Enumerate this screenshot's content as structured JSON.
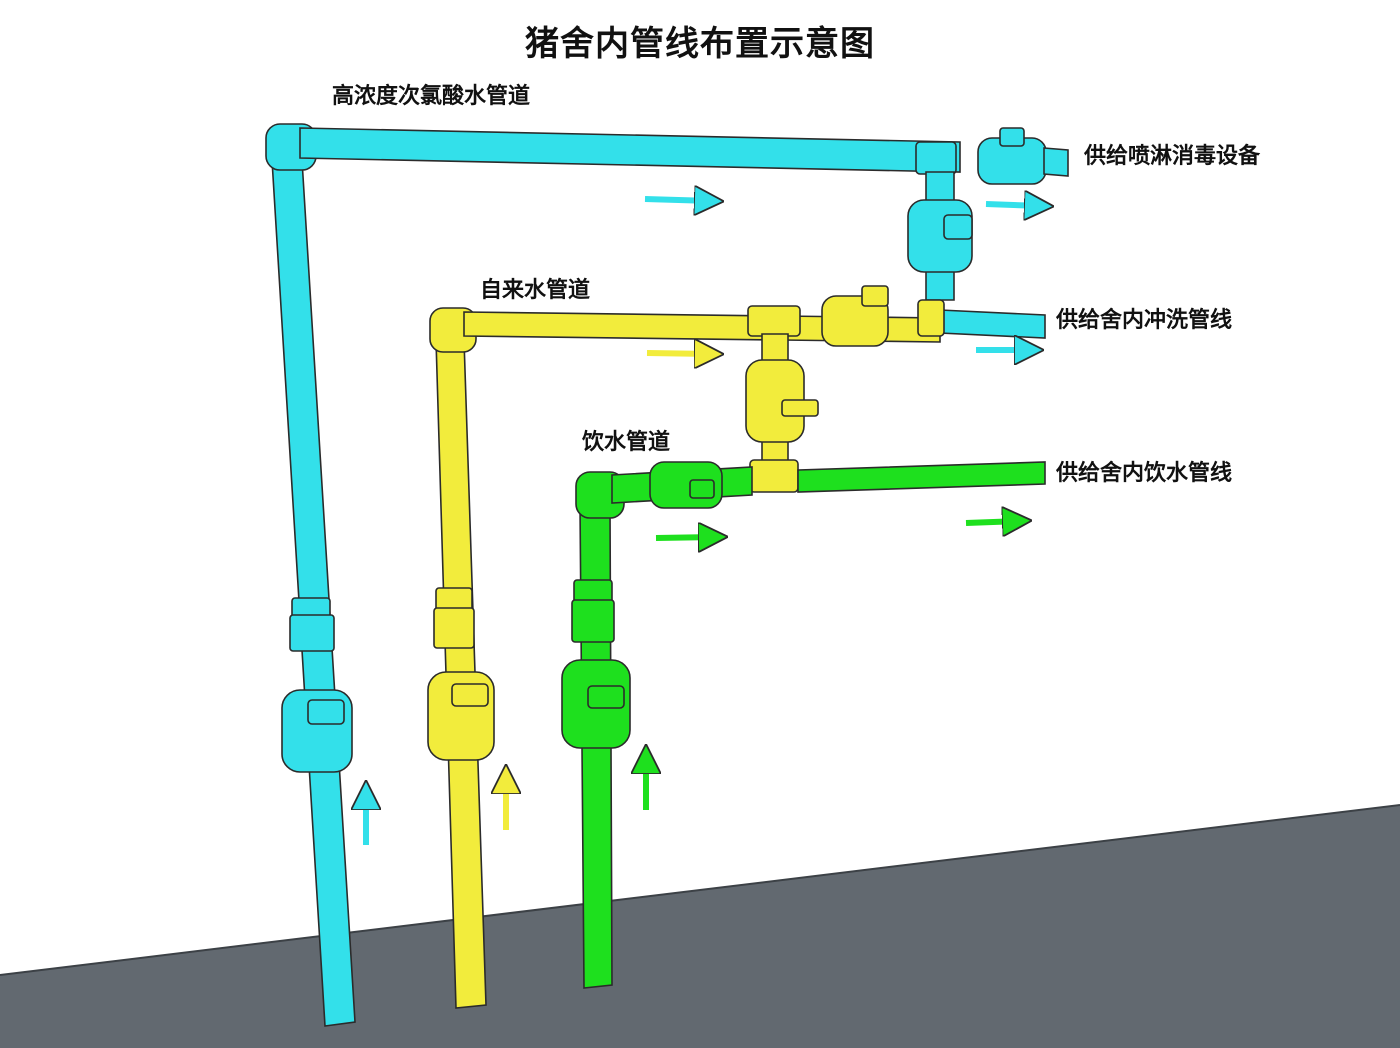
{
  "title": "猪舍内管线布置示意图",
  "labels": {
    "hypochlorite_pipe": "高浓度次氯酸水管道",
    "tap_water_pipe": "自来水管道",
    "drinking_water_pipe": "饮水管道",
    "to_spray": "供给喷淋消毒设备",
    "to_flush": "供给舍内冲洗管线",
    "to_drinking": "供给舍内饮水管线"
  },
  "colors": {
    "hypochlorite": "#33e0ea",
    "tap_water": "#f2ec3c",
    "drinking_water": "#1ee01e",
    "floor": "#626970",
    "outline": "#2b2b2b"
  }
}
